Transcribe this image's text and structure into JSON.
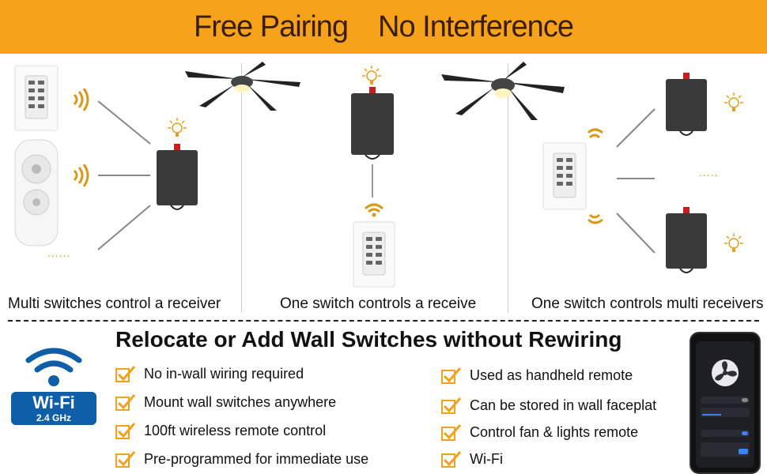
{
  "banner": {
    "left": "Free Pairing",
    "right": "No Interference"
  },
  "captions": [
    "Multi switches control a receiver",
    "One switch controls a receive",
    "One switch controls multi receivers"
  ],
  "heading": "Relocate or Add Wall Switches without Rewiring",
  "features_left": [
    "No in-wall wiring required",
    "Mount wall switches anywhere",
    "100ft wireless remote control",
    "Pre-programmed for immediate use"
  ],
  "features_right": [
    "Used as handheld remote",
    "Can be stored in wall faceplat",
    "Control fan & lights remote",
    "Wi-Fi"
  ],
  "wifi_badge": {
    "label": "Wi-Fi",
    "band": "2.4 GHz"
  },
  "colors": {
    "banner": "#f7a21b",
    "badge": "#0f5ea8",
    "check": "#f2a11d"
  }
}
